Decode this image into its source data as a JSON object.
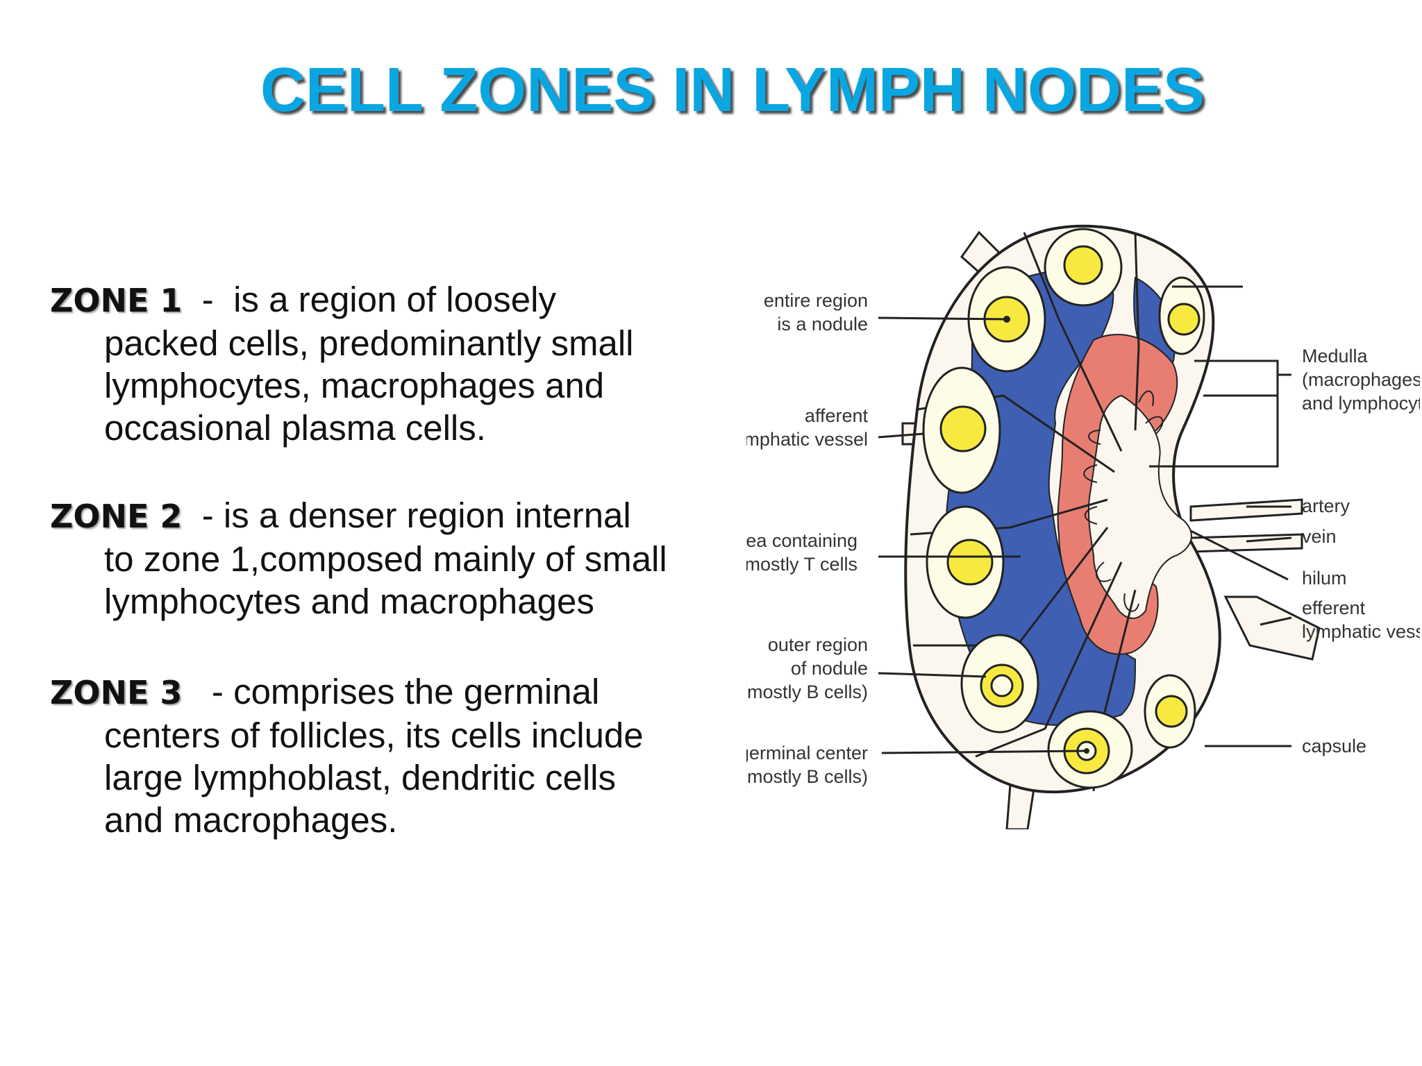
{
  "title": "CELL ZONES IN LYMPH NODES",
  "zones": [
    {
      "label": "ZONE 1",
      "first_line": "  -  is a region of loosely",
      "lines": [
        "packed cells, predominantly small",
        "lymphocytes, macrophages and",
        "occasional plasma cells."
      ]
    },
    {
      "label": "ZONE 2",
      "first_line": "  - is a denser region internal",
      "lines": [
        "to zone 1,composed mainly of small",
        "lymphocytes and macrophages"
      ]
    },
    {
      "label": "ZONE 3",
      "first_line": "   - comprises the germinal",
      "lines": [
        "centers of follicles, its cells include",
        "large lymphoblast, dendritic cells",
        "and macrophages."
      ]
    }
  ],
  "diagram": {
    "labels_left": [
      [
        "entire region",
        "is a nodule"
      ],
      [
        "afferent",
        "lymphatic vessel"
      ],
      [
        "area containing",
        "mostly T cells"
      ],
      [
        "outer region",
        "of nodule",
        "(mostly B cells)"
      ],
      [
        "germinal center",
        "(mostly B cells)"
      ]
    ],
    "labels_right": {
      "medulla": [
        "Medulla",
        "(macrophages",
        "and lymphocytes)"
      ],
      "artery": "artery",
      "vein": "vein",
      "hilum": "hilum",
      "efferent": [
        "efferent",
        "lymphatic vessel"
      ],
      "capsule": "capsule"
    },
    "colors": {
      "cortex_blue": "#3e5fb2",
      "medulla_red": "#e87e72",
      "nodule_yellow": "#f7e93f",
      "nodule_fill": "#fdfce6",
      "sinus": "#fbf6ee"
    }
  }
}
